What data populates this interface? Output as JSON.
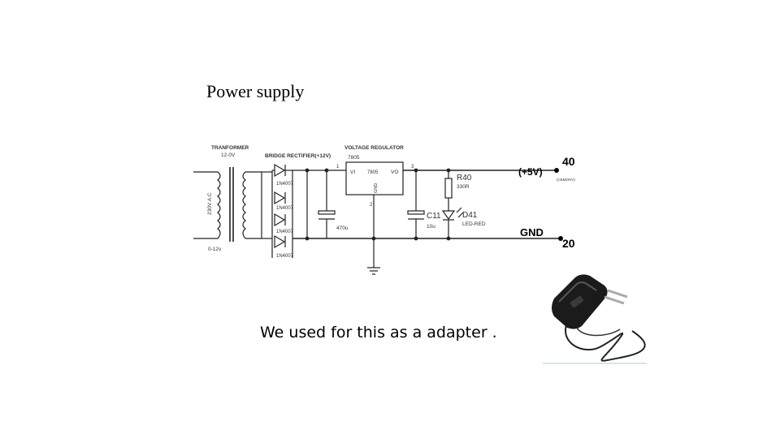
{
  "slide": {
    "title": "Power supply",
    "caption": "We used for this as a adapter ."
  },
  "schematic": {
    "transformer_label": "TRANFORMER",
    "transformer_rating": "12-0V",
    "ac_input_label": "230V A.C",
    "secondary_label": "0-12v",
    "rectifier_label": "BRIDGE RECTIFIER(+12V)",
    "diode_labels": [
      "1N4007",
      "1N4007",
      "1N4007",
      "1N4007"
    ],
    "capacitor_input_value": "470u",
    "regulator_label": "VOLTAGE REGULATOR",
    "regulator_part": "7805",
    "regulator_chip_text": "7805",
    "pin_vi": "VI",
    "pin_vo": "VO",
    "pin_gnd": "GND",
    "pin1": "1",
    "pin2": "2",
    "pin3": "3",
    "resistor_name": "R40",
    "resistor_value": "330R",
    "capacitor_out_name": "C11",
    "capacitor_out_value": "10u",
    "led_name": "D41",
    "led_value": "LED-RED",
    "output_label": "(+5V)",
    "output_sub": "(CEMOHV)",
    "ground_label": "GND",
    "terminal_top": "40",
    "terminal_bottom": "20"
  },
  "icons": {
    "adapter": "power-adapter-icon",
    "ground": "ground-symbol-icon"
  }
}
